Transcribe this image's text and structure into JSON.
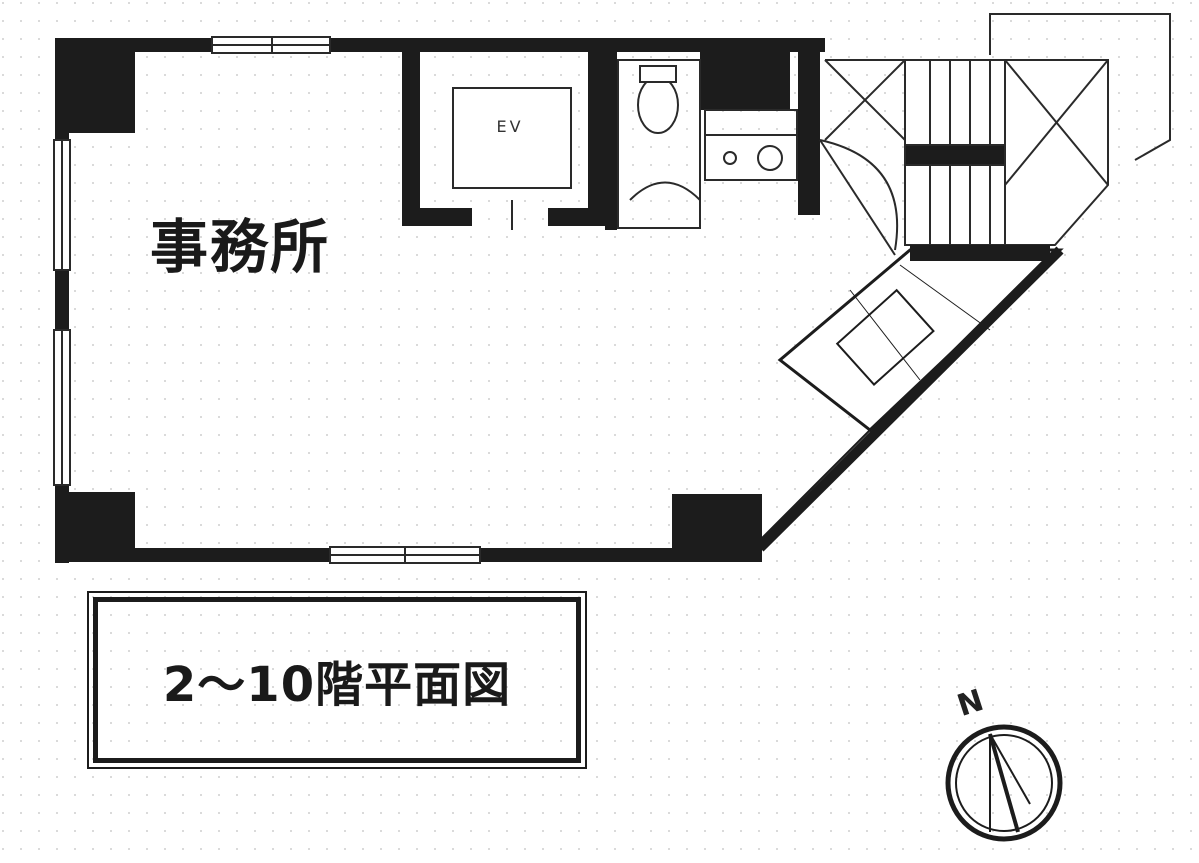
{
  "plan": {
    "room_label": "事務所",
    "elevator_label": "EV",
    "title": "2～10階平面図",
    "north_label": "N"
  },
  "colors": {
    "wall": "#1c1c1c",
    "line": "#2a2a2a",
    "background": "#ffffff",
    "dot": "#c8c8c8"
  },
  "icons": {
    "north_arrow": "compass-icon",
    "toilet": "toilet-icon",
    "sink": "sink-icon"
  }
}
